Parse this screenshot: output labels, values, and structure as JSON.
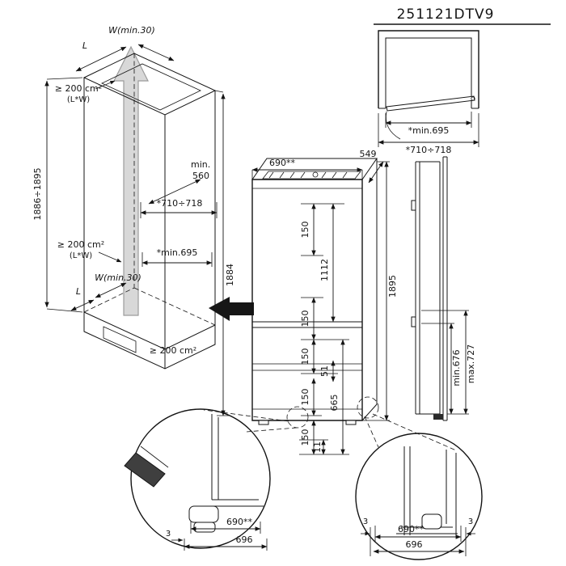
{
  "header": {
    "model": "251121DTV9"
  },
  "top_view": {
    "inner_width": "*min.695",
    "outer_width": "*710÷718"
  },
  "niche": {
    "l_top": "L",
    "w_top": "W(min.30)",
    "vent_top_1": "≥ 200 cm²",
    "vent_top_2": "(L*W)",
    "height_range": "1886÷1895",
    "depth_min_label": "min.",
    "depth_min_value": "560",
    "width_range": "*710÷718",
    "depth_clearance": "*min.695",
    "vent_mid_1": "≥ 200 cm²",
    "vent_mid_2": "(L*W)",
    "w_bottom": "W(min.30)",
    "l_bottom": "L",
    "inner_height": "1884",
    "vent_bottom": "≥ 200 cm²"
  },
  "front": {
    "width": "690**",
    "depth": "549",
    "d150_top": "150",
    "d1112": "1112",
    "d150_mid1": "150",
    "d150_mid2": "150",
    "d51": "51",
    "d150_low": "150",
    "d665": "665",
    "d150_plinth": "150",
    "d11": "11",
    "height": "1895"
  },
  "side": {
    "min_height": "min.676",
    "max_height": "max.727"
  },
  "detail_left": {
    "width": "690**",
    "total_width": "696",
    "gap": "3"
  },
  "detail_right": {
    "gap_left": "3",
    "width": "690**",
    "gap_right": "3",
    "total_width": "696"
  }
}
